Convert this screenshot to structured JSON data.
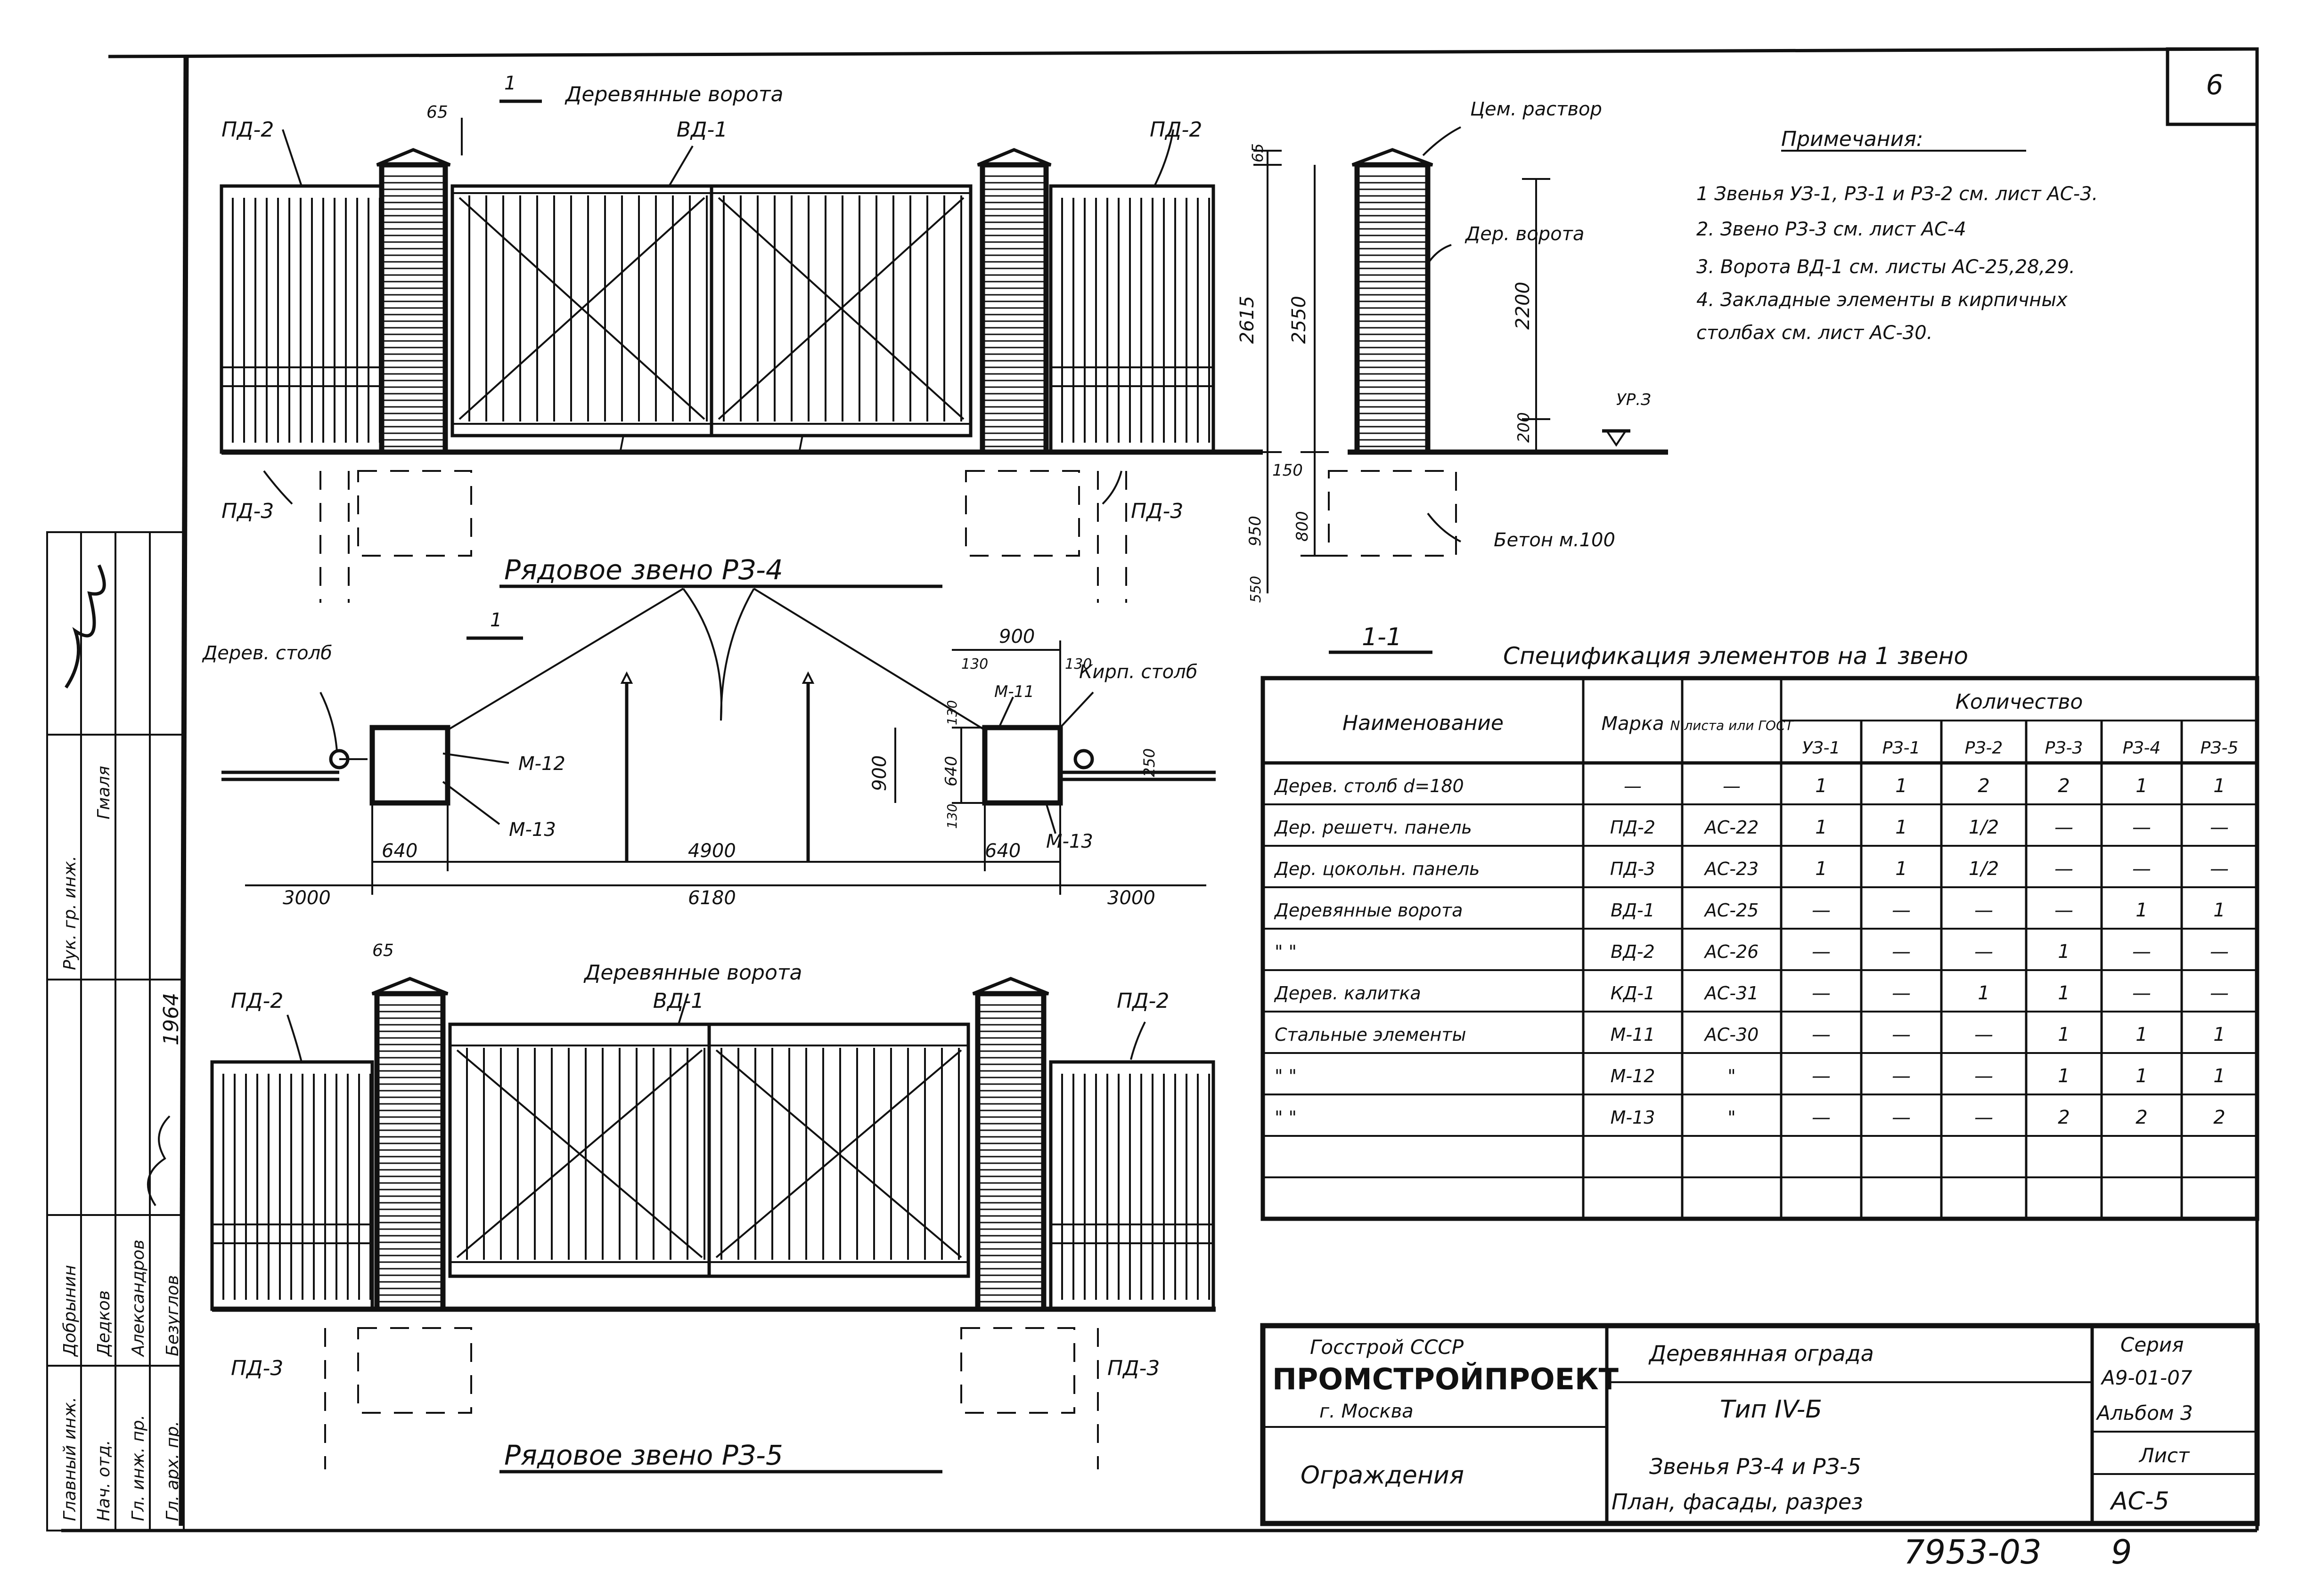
{
  "sheet": {
    "sheet_number": "6",
    "drawing_code": "7953-03",
    "page_number": "9",
    "year": "1964"
  },
  "elevation_top": {
    "title_gate": "Деревянные ворота",
    "gate_mark": "ВД-1",
    "panel_left": "ПД-2",
    "panel_right": "ПД-2",
    "plinth_left": "ПД-3",
    "plinth_right": "ПД-3",
    "dim_65": "65",
    "caption": "Рядовое звено РЗ-4"
  },
  "section": {
    "cement_label": "Цем. раствор",
    "wood_gate_label": "Дер. ворота",
    "concrete_label": "Бетон м.100",
    "level_label": "УР.З",
    "dim_65": "65",
    "dim_2615": "2615",
    "dim_2550": "2550",
    "dim_2200": "2200",
    "dim_200": "200",
    "dim_150": "150",
    "dim_950": "950",
    "dim_800": "800",
    "dim_550": "550",
    "section_mark": "1-1"
  },
  "plan": {
    "wood_post_label": "Дерев. столб",
    "brick_post_label": "Кирп. столб",
    "m11": "М-11",
    "m12": "М-12",
    "m13_left": "М-13",
    "m13_right": "М-13",
    "dim_900_top": "900",
    "dim_130_a": "130",
    "dim_130_b": "130",
    "dim_900_side": "900",
    "dim_640_side": "640",
    "dim_130_c": "130",
    "dim_130_d": "130",
    "dim_250": "250",
    "dim_640_left": "640",
    "dim_4900": "4900",
    "dim_640_right": "640",
    "dim_3000_left": "3000",
    "dim_6180": "6180",
    "dim_3000_right": "3000",
    "cut_mark": "1"
  },
  "elevation_bottom": {
    "title_gate": "Деревянные ворота",
    "gate_mark": "ВД-1",
    "panel_left": "ПД-2",
    "panel_right": "ПД-2",
    "plinth_left": "ПД-3",
    "plinth_right": "ПД-3",
    "dim_65": "65",
    "caption": "Рядовое звено РЗ-5"
  },
  "notes": {
    "title": "Примечания:",
    "items": [
      "1  Звенья УЗ-1, РЗ-1 и РЗ-2 см. лист АС-3.",
      "2. Звено РЗ-3  см. лист АС-4",
      "3. Ворота ВД-1 см. листы АС-25,28,29.",
      "4. Закладные элементы в кирпичных",
      "    столбах см. лист АС-30."
    ]
  },
  "spec_table": {
    "title": "Спецификация элементов на 1 звено",
    "headers": {
      "name": "Наименование",
      "mark": "Марка",
      "sheet": "N листа или ГОСТ",
      "qty": "Количество"
    },
    "qty_columns": [
      "УЗ-1",
      "РЗ-1",
      "РЗ-2",
      "РЗ-3",
      "РЗ-4",
      "РЗ-5"
    ],
    "rows": [
      {
        "name": "Дерев. столб d=180",
        "mark": "—",
        "sheet": "—",
        "q": [
          "1",
          "1",
          "2",
          "2",
          "1",
          "1"
        ]
      },
      {
        "name": "Дер. решетч. панель",
        "mark": "ПД-2",
        "sheet": "АС-22",
        "q": [
          "1",
          "1",
          "1/2",
          "—",
          "—",
          "—"
        ]
      },
      {
        "name": "Дер. цокольн. панель",
        "mark": "ПД-3",
        "sheet": "АС-23",
        "q": [
          "1",
          "1",
          "1/2",
          "—",
          "—",
          "—"
        ]
      },
      {
        "name": "Деревянные ворота",
        "mark": "ВД-1",
        "sheet": "АС-25",
        "q": [
          "—",
          "—",
          "—",
          "—",
          "1",
          "1"
        ]
      },
      {
        "name": "\"        \"",
        "mark": "ВД-2",
        "sheet": "АС-26",
        "q": [
          "—",
          "—",
          "—",
          "1",
          "—",
          "—"
        ]
      },
      {
        "name": "Дерев. калитка",
        "mark": "КД-1",
        "sheet": "АС-31",
        "q": [
          "—",
          "—",
          "1",
          "1",
          "—",
          "—"
        ]
      },
      {
        "name": "Стальные элементы",
        "mark": "М-11",
        "sheet": "АС-30",
        "q": [
          "—",
          "—",
          "—",
          "1",
          "1",
          "1"
        ]
      },
      {
        "name": "\"        \"",
        "mark": "М-12",
        "sheet": "\"",
        "q": [
          "—",
          "—",
          "—",
          "1",
          "1",
          "1"
        ]
      },
      {
        "name": "\"        \"",
        "mark": "М-13",
        "sheet": "\"",
        "q": [
          "—",
          "—",
          "—",
          "2",
          "2",
          "2"
        ]
      },
      {
        "name": "",
        "mark": "",
        "sheet": "",
        "q": [
          "",
          "",
          "",
          "",
          "",
          ""
        ]
      },
      {
        "name": "",
        "mark": "",
        "sheet": "",
        "q": [
          "",
          "",
          "",
          "",
          "",
          ""
        ]
      }
    ]
  },
  "title_block": {
    "org1": "Госстрой СССР",
    "org2": "ПРОМСТРОЙПРОЕКТ",
    "city": "г. Москва",
    "section": "Ограждения",
    "project": "Деревянная ограда",
    "type": "Тип IV-Б",
    "desc1": "Звенья РЗ-4 и РЗ-5",
    "desc2": "План, фасады, разрез",
    "series_label": "Серия",
    "series_value": "А9-01-07",
    "album": "Альбом 3",
    "sheet_label": "Лист",
    "sheet_value": "АС-5"
  },
  "stamp": {
    "roles": [
      "Главный инж.",
      "Нач. отд.",
      "Гл. инж. пр.",
      "Гл. арх. пр."
    ],
    "names": [
      "Добрынин",
      "Дедков",
      "Александров",
      "Безуглов"
    ],
    "top_role": "Рук. гр. инж.",
    "top_name": "Гмаля"
  }
}
